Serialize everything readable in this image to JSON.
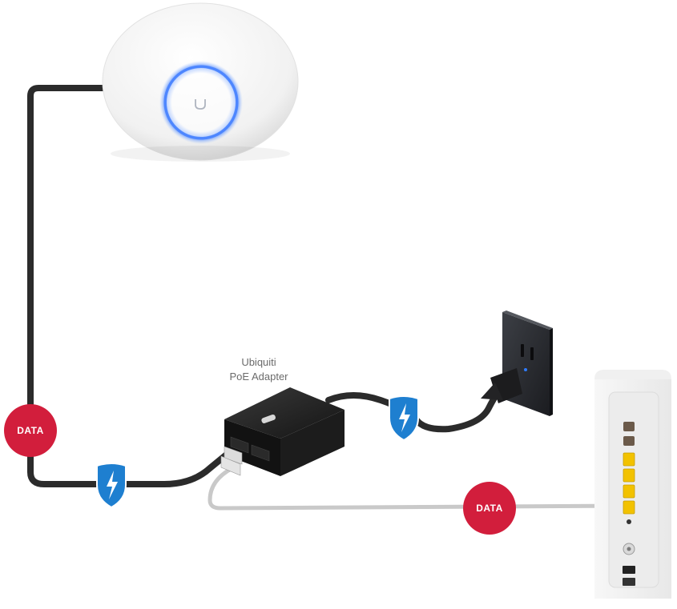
{
  "adapter": {
    "label_line1": "Ubiquiti",
    "label_line2": "PoE Adapter"
  },
  "badges": {
    "data_left": "DATA",
    "data_bottom": "DATA"
  },
  "colors": {
    "data_badge": "#d21e3c",
    "power_shield": "#1e7fd0",
    "cable_dark": "#2b2b2b",
    "cable_light": "#c9c9c9",
    "port_yellow": "#f2c200",
    "ap_led": "#3a7bff"
  },
  "icons": {
    "power": "lightning-shield-icon"
  }
}
